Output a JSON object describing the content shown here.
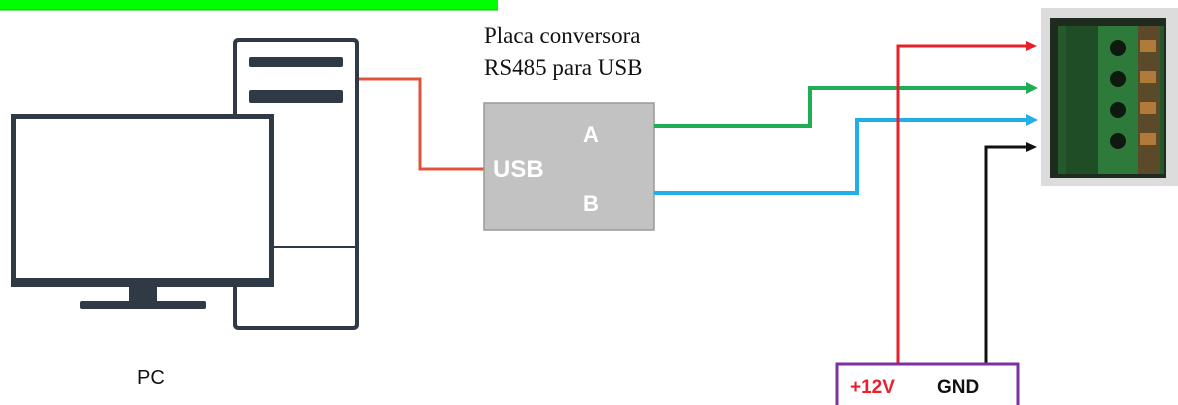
{
  "converter": {
    "caption_line1": "Placa conversora",
    "caption_line2": "RS485 para USB",
    "port_usb": "USB",
    "port_a": "A",
    "port_b": "B"
  },
  "pc": {
    "label": "PC"
  },
  "power": {
    "positive": "+12V",
    "ground": "GND"
  },
  "colors": {
    "banner": "#00ff00",
    "usb_wire": "#e0533a",
    "wire_a": "#1fae55",
    "wire_b": "#22aee6",
    "wire_12v": "#e8202a",
    "wire_gnd": "#111111",
    "power_box_border": "#7b2fa0",
    "converter_fill": "#c2c2c2",
    "pc_body": "#2f3a46"
  }
}
